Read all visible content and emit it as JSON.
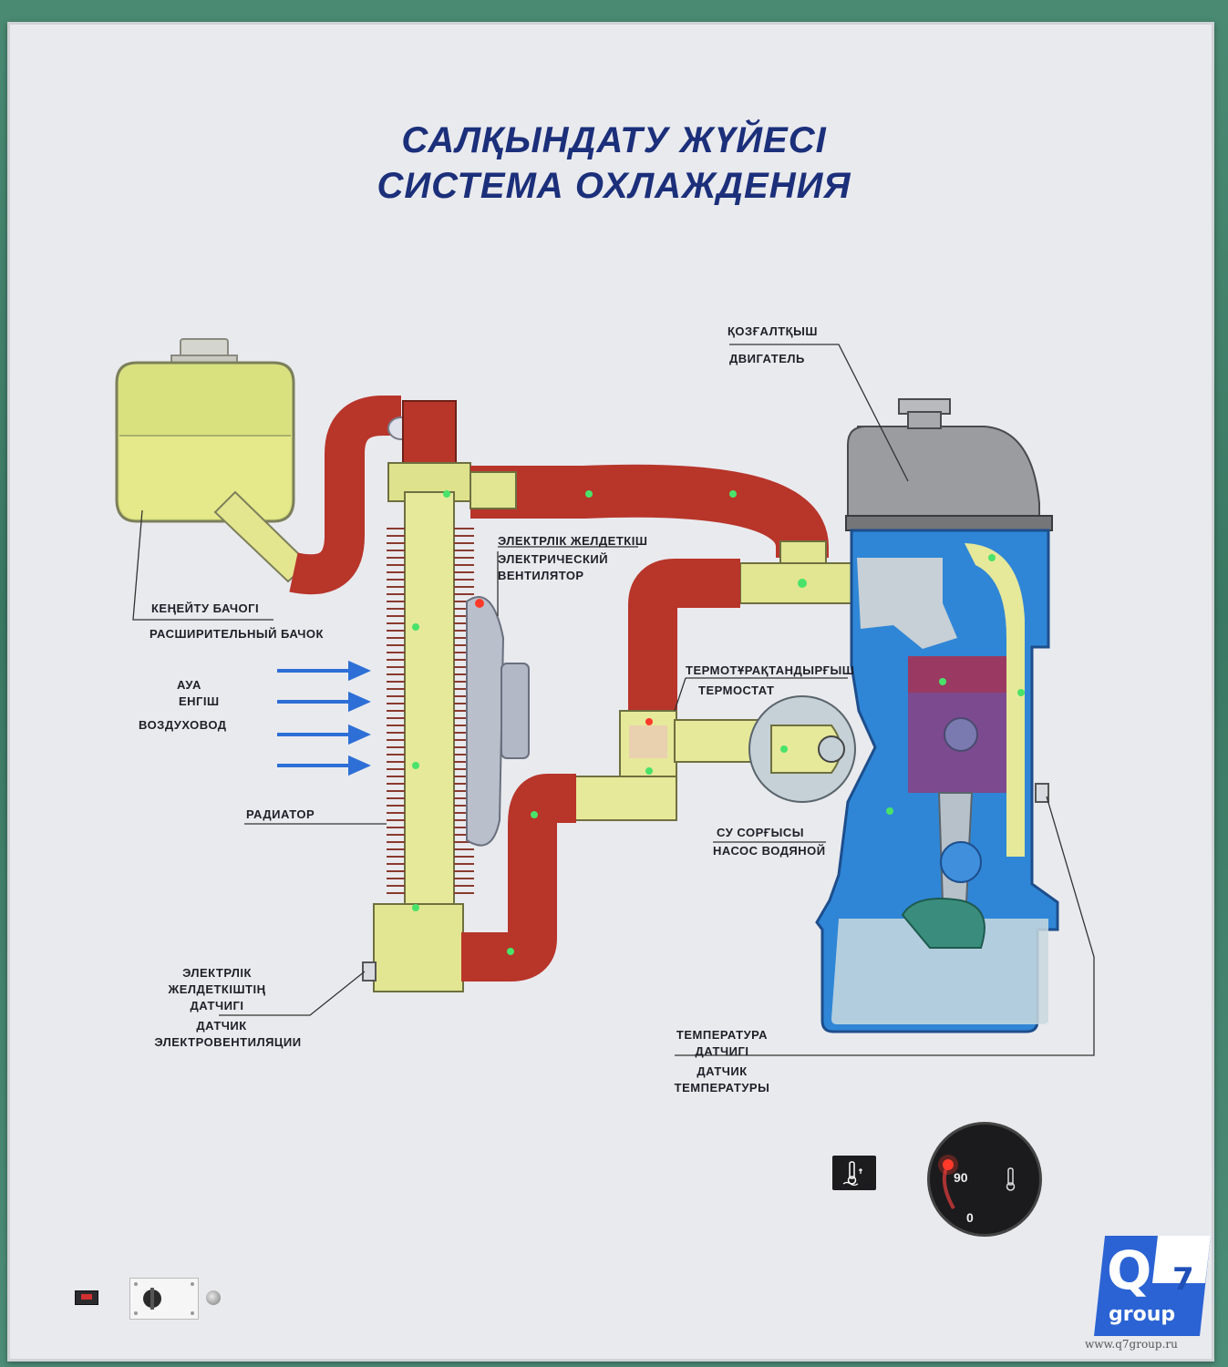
{
  "title": {
    "line1": "САЛҚЫНДАТУ ЖҮЙЕСІ",
    "line2": "СИСТЕМА  ОХЛАЖДЕНИЯ"
  },
  "labels": {
    "engine_kz": "ҚОЗҒАЛТҚЫШ",
    "engine_ru": "ДВИГАТЕЛЬ",
    "fan_kz": "ЭЛЕКТРЛІК ЖЕЛДЕТКІШ",
    "fan_ru_1": "ЭЛЕКТРИЧЕСКИЙ",
    "fan_ru_2": "ВЕНТИЛЯТОР",
    "tank_kz": "КЕҢЕЙТУ БАЧОГІ",
    "tank_ru": "РАСШИРИТЕЛЬНЫЙ БАЧОК",
    "air_kz_1": "АУА",
    "air_kz_2": "ЕНГІШ",
    "air_ru": "ВОЗДУХОВОД",
    "thermostat_kz": "ТЕРМОТҰРАҚТАНДЫРҒЫШ",
    "thermostat_ru": "ТЕРМОСТАТ",
    "radiator": "РАДИАТОР",
    "pump_kz": "СУ СОРҒЫСЫ",
    "pump_ru": "НАСОС ВОДЯНОЙ",
    "fansensor_kz_1": "ЭЛЕКТРЛІК",
    "fansensor_kz_2": "ЖЕЛДЕТКІШТІҢ",
    "fansensor_kz_3": "ДАТЧИГІ",
    "fansensor_ru_1": "ДАТЧИК",
    "fansensor_ru_2": "ЭЛЕКТРОВЕНТИЛЯЦИИ",
    "tempsensor_kz_1": "ТЕМПЕРАТУРА",
    "tempsensor_kz_2": "ДАТЧИГІ",
    "tempsensor_ru_1": "ДАТЧИК",
    "tempsensor_ru_2": "ТЕМПЕРАТУРЫ"
  },
  "gauge": {
    "mark_high": "90",
    "mark_low": "0"
  },
  "logo": {
    "q": "Q",
    "seven": "7",
    "group": "group"
  },
  "site": "www.q7group.ru",
  "colors": {
    "coolant_hot": "#b8352a",
    "coolant_cool": "#e7e89a",
    "engine_block": "#2f86d6",
    "led_green": "#49e36a",
    "led_red": "#ff3a2a"
  }
}
